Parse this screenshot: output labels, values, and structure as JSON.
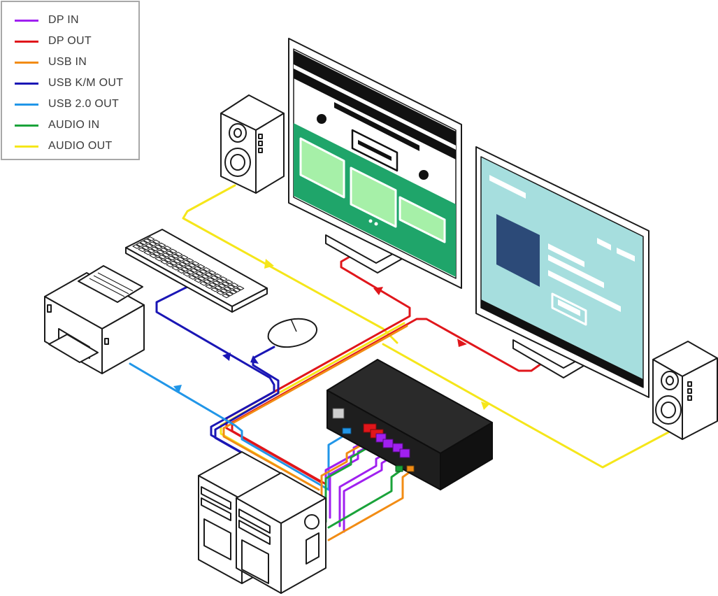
{
  "legend": {
    "items": [
      {
        "label": "DP IN",
        "color": "#a020f0"
      },
      {
        "label": "DP OUT",
        "color": "#e0161b"
      },
      {
        "label": "USB IN",
        "color": "#f28c14"
      },
      {
        "label": "USB K/M OUT",
        "color": "#1a16b5"
      },
      {
        "label": "USB 2.0 OUT",
        "color": "#2196e8"
      },
      {
        "label": "AUDIO IN",
        "color": "#1aa33a"
      },
      {
        "label": "AUDIO OUT",
        "color": "#f5e61a"
      }
    ]
  },
  "colors": {
    "outline": "#1a1a1a",
    "monitor_left_green": "#1fa56a",
    "monitor_left_text": "#a6f0a8",
    "monitor_right_screen": "#a6dede",
    "monitor_right_block": "#2c4a78",
    "switch_body": "#222222"
  }
}
